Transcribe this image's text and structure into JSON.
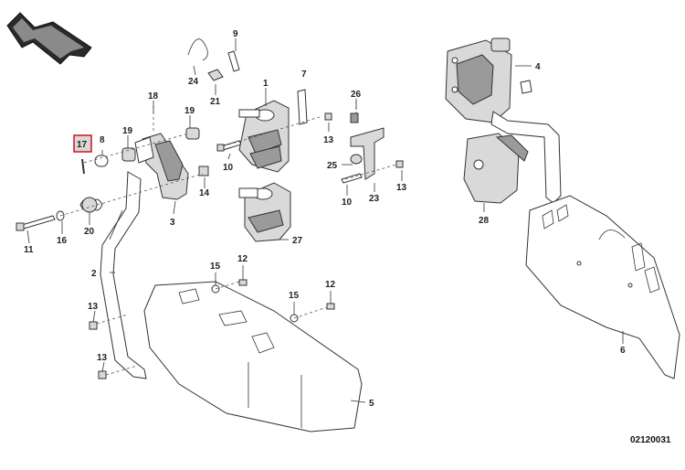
{
  "drawing_code": "02120031",
  "highlighted_part": "17",
  "direction_indicator": "arrow-icon",
  "callouts": [
    {
      "id": "c1",
      "label": "1"
    },
    {
      "id": "c2",
      "label": "2"
    },
    {
      "id": "c3",
      "label": "3"
    },
    {
      "id": "c4",
      "label": "4"
    },
    {
      "id": "c5",
      "label": "5"
    },
    {
      "id": "c6",
      "label": "6"
    },
    {
      "id": "c7",
      "label": "7"
    },
    {
      "id": "c8",
      "label": "8"
    },
    {
      "id": "c9",
      "label": "9"
    },
    {
      "id": "c10a",
      "label": "10"
    },
    {
      "id": "c10b",
      "label": "10"
    },
    {
      "id": "c11",
      "label": "11"
    },
    {
      "id": "c12a",
      "label": "12"
    },
    {
      "id": "c12b",
      "label": "12"
    },
    {
      "id": "c13a",
      "label": "13"
    },
    {
      "id": "c13b",
      "label": "13"
    },
    {
      "id": "c13c",
      "label": "13"
    },
    {
      "id": "c13d",
      "label": "13"
    },
    {
      "id": "c14",
      "label": "14"
    },
    {
      "id": "c15a",
      "label": "15"
    },
    {
      "id": "c15b",
      "label": "15"
    },
    {
      "id": "c16",
      "label": "16"
    },
    {
      "id": "c17",
      "label": "17"
    },
    {
      "id": "c18",
      "label": "18"
    },
    {
      "id": "c19a",
      "label": "19"
    },
    {
      "id": "c19b",
      "label": "19"
    },
    {
      "id": "c20",
      "label": "20"
    },
    {
      "id": "c21",
      "label": "21"
    },
    {
      "id": "c23",
      "label": "23"
    },
    {
      "id": "c24",
      "label": "24"
    },
    {
      "id": "c25",
      "label": "25"
    },
    {
      "id": "c26",
      "label": "26"
    },
    {
      "id": "c27",
      "label": "27"
    },
    {
      "id": "c28",
      "label": "28"
    }
  ],
  "colors": {
    "highlight_border": "#d21f2a",
    "highlight_fill": "#d8d8d8",
    "line": "#333333"
  }
}
